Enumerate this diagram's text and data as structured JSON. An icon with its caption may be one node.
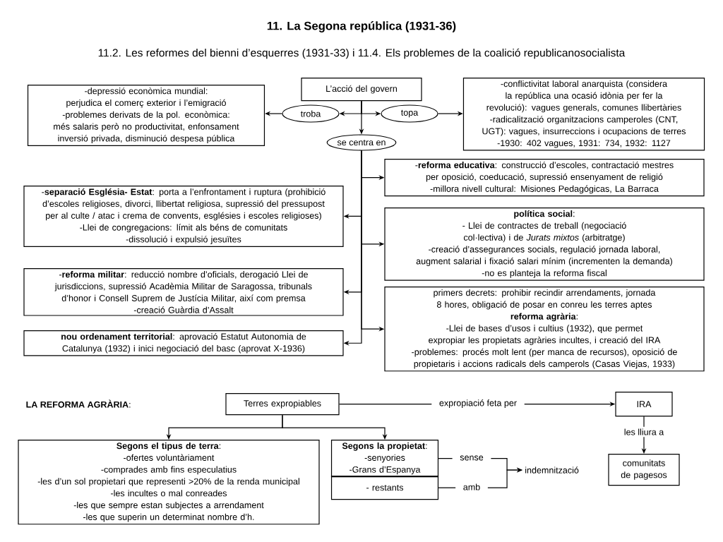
{
  "diagram": {
    "title": "11. La Segona república (1931-36)",
    "nodes": [
      {
        "text": [
          "L’acció del govern"
        ]
      },
      {
        "text": [
          "troba"
        ]
      },
      {
        "text": [
          "topa"
        ]
      },
      {
        "text": [
          "-depressió econòmica mundial: perjudica el comerç exterior i l’emigració",
          "-problemes derivats de la pol. econòmica: més salaris però no productivitat, enfonsament inversió privada, disminució despesa pública"
        ]
      },
      {
        "text": [
          "-conflictivitat laboral anarquista (considera la república una ocasió idònia per fer la revolució): vagues generals, comunes llibertàries",
          "-radicalització organitzacions camperoles (CNT, UGT): vagues, insurreccions i ocupacions de terres",
          "-1930: 402 vagues, 1931: 734, 1932: 1127"
        ]
      },
      {
        "text": [
          "se centra en"
        ]
      },
      {
        "text": [
          "-**reforma educativa**: construcció d’escoles, contractació mestres per oposició, coeducació, supressió ensenyament de religió",
          "-millora nivell cultural: Misiones Pedagógicas, La Barraca"
        ]
      },
      {
        "text": [
          "-**separació Església- Estat**: porta a l’enfrontament i ruptura (prohibició d’escoles religioses, divorci, llibertat religiosa, supressió del pressupost per al culte / atac i crema de convents, esglésies i escoles religioses)",
          "-Llei de congregacions: límit als béns de comunitats",
          "-dissolució i expulsió jesuïtes"
        ]
      },
      {
        "text": [
          "**política social**:",
          "- Llei de contractes de treball (negociació col·lectiva) i de *Jurats mixtos* (arbitratge)",
          "-creació d’assegurances socials, regulació jornada laboral, augment salarial i fixació salari mínim (incrementen la demanda)",
          "-no es planteja la reforma fiscal"
        ]
      },
      {
        "text": [
          "-**reforma militar**: reducció nombre d’oficials, derogació Llei de jurisdiccions, supressió Acadèmia Militar de Saragossa, tribunals d’honor i Consell Suprem de Justícia Militar, així com premsa",
          "-creació Guàrdia d’Assalt"
        ]
      },
      {
        "text": [
          "primers decrets: prohibir recindir arrendaments, jornada 8 hores, obligació de posar en conreu les terres aptes",
          "**reforma agrària**:",
          "-Llei de bases d’usos i cultius (1932), que permet expropiar les propietats agràries incultes, i creació del IRA",
          "-problemes: procés molt lent (per manca de recursos), oposició de propietaris i accions radicals dels camperols (Casas Viejas, 1933)"
        ]
      },
      {
        "text": [
          "**nou ordenament territorial**: aprovació Estatut Autonomia de Catalunya (1932) i inici negociació del basc (aprovat X-1936)"
        ]
      },
      {
        "text": [
          "Terres expropiables"
        ]
      },
      {
        "text": [
          "IRA"
        ]
      },
      {
        "text": [
          "**Segons el tipus de terra**:",
          "-ofertes voluntàriament",
          "-comprades amb fins especulatius",
          "-les d’un sol propietari que representi >20% de la renda municipal",
          "-les incultes o mal conreades",
          "-les que sempre estan subjectes a arrendament",
          "-les que superin un determinat nombre d’h."
        ]
      },
      {
        "text": [
          "**Segons la propietat**:",
          "-senyories",
          "-Grans d’Espanya"
        ]
      },
      {
        "text": [
          "- restants"
        ]
      },
      {
        "text": [
          "comunitats de pagesos"
        ]
      },
      {
        "text": [
          "indemnització"
        ]
      }
    ],
    "edges": [
      {
        "from": 0,
        "to": 1,
        "arrow": "to"
      },
      {
        "from": 0,
        "to": 2,
        "arrow": "to"
      },
      {
        "from": 1,
        "to": 3,
        "arrow": "to"
      },
      {
        "from": 2,
        "to": 4,
        "arrow": "to"
      },
      {
        "from": 0,
        "to": 5,
        "arrow": "to"
      },
      {
        "from": 5,
        "to": 6,
        "arrow": "to"
      },
      {
        "from": 5,
        "to": 7,
        "arrow": "to"
      },
      {
        "from": 5,
        "to": 8,
        "arrow": "to"
      },
      {
        "from": 5,
        "to": 9,
        "arrow": "to"
      },
      {
        "from": 5,
        "to": 10,
        "arrow": "to"
      },
      {
        "from": 5,
        "to": 11,
        "arrow": "to"
      },
      {
        "from": 12,
        "to": 13,
        "arrow": "to",
        "label": "expropiació feta per"
      },
      {
        "from": 12,
        "to": 14,
        "arrow": "to"
      },
      {
        "from": 12,
        "to": 15,
        "arrow": "to"
      },
      {
        "from": 13,
        "to": 17,
        "arrow": "to",
        "label": "les lliura a"
      },
      {
        "from": 15,
        "to": 18,
        "arrow": "to",
        "label": "sense"
      },
      {
        "from": 16,
        "to": 18,
        "arrow": "to",
        "label": "amb"
      }
    ],
    "labels": [
      "11.2. Les reformes del bienni d’esquerres (1931-33) i 11.4. Els problemes de la coalició republicanosocialista",
      "**LA REFORMA AGRÀRIA**:"
    ]
  }
}
